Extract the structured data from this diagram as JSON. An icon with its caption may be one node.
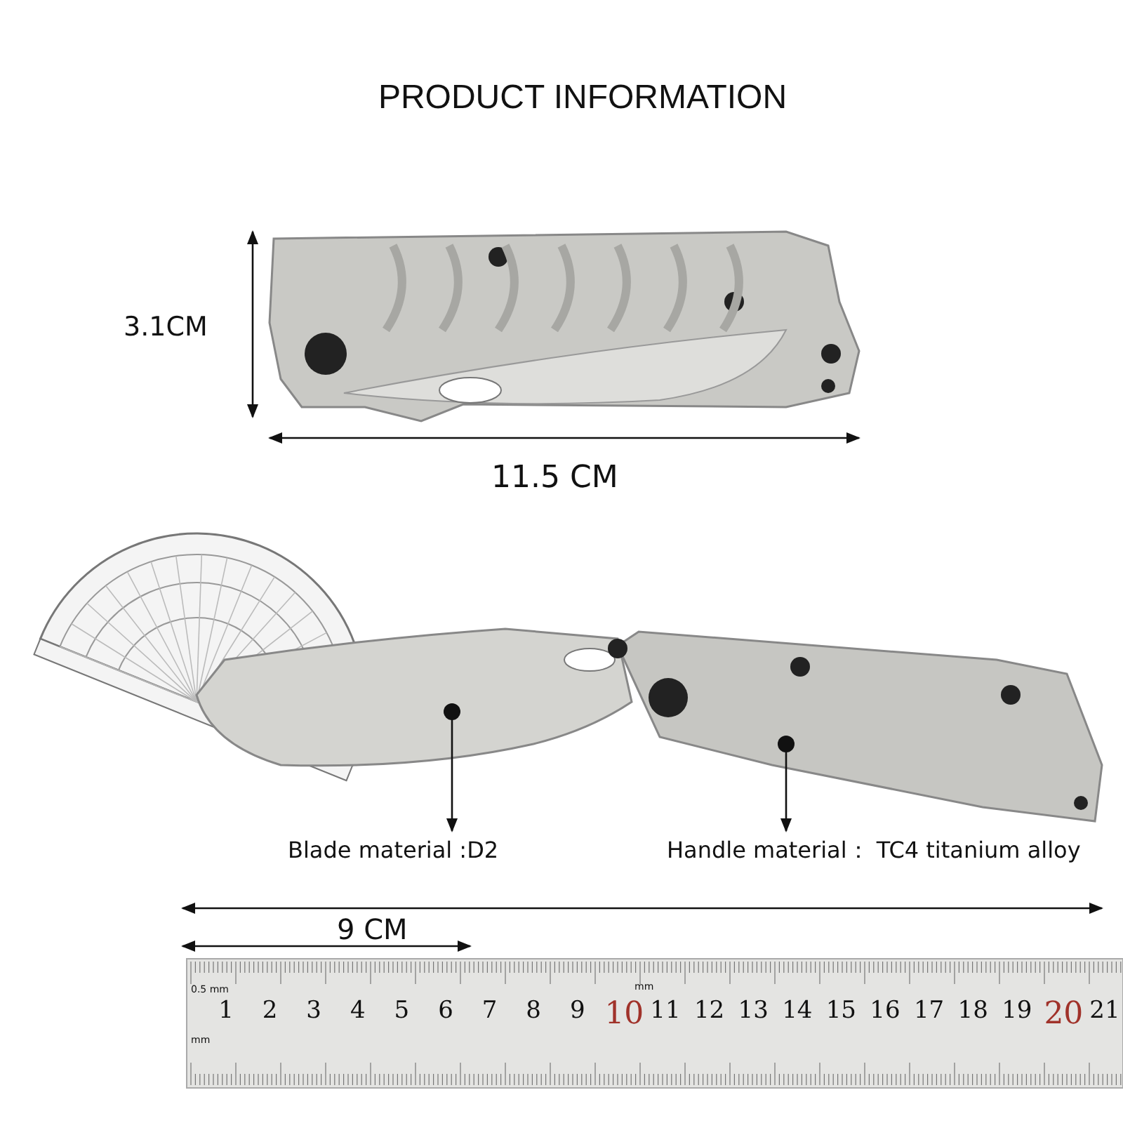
{
  "diagram": {
    "title": "PRODUCT INFORMATION",
    "nodes": [
      {
        "text": [],
        "shape": "picture"
      },
      {
        "text": [
          "Blade material :D2"
        ]
      },
      {
        "text": [],
        "shape": "picture"
      },
      {
        "text": [
          "Handle material： TC4 titanium alloy"
        ]
      }
    ],
    "edges": [
      {
        "from": 0,
        "to": 1,
        "arrow": "to"
      },
      {
        "from": 2,
        "to": 3,
        "arrow": "to"
      }
    ],
    "labels": [
      "3.1CM",
      "11.5 CM",
      "9 CM",
      "0.5 mm",
      "mm",
      "1",
      "2",
      "3",
      "4",
      "5",
      "6",
      "7",
      "8",
      "9",
      "10",
      "11",
      "12",
      "13",
      "14",
      "15",
      "16",
      "17",
      "18",
      "19",
      "20",
      "21",
      "mm"
    ]
  }
}
